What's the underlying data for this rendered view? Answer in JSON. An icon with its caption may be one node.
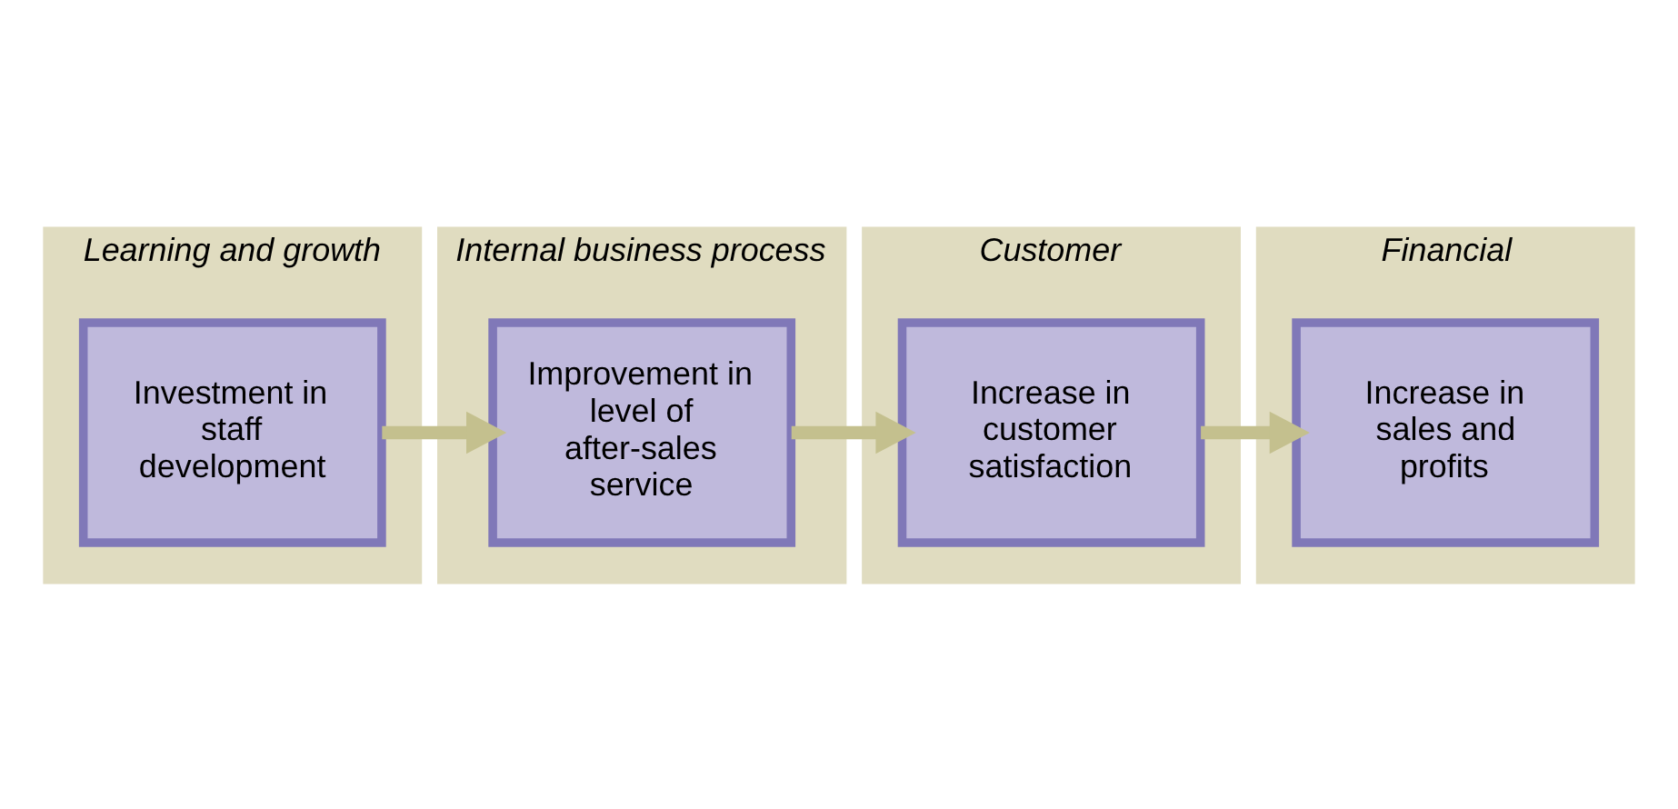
{
  "diagram": {
    "nodes": [
      {
        "text": [
          "Learning and growth"
        ]
      },
      {
        "text": [
          "Investment in staff development"
        ],
        "in": 0
      },
      {
        "text": [
          "Internal business process"
        ]
      },
      {
        "text": [
          "Improvement in level of after-sales service"
        ],
        "in": 2
      },
      {
        "text": [
          "Customer"
        ]
      },
      {
        "text": [
          "Increase in customer satisfaction"
        ],
        "in": 4
      },
      {
        "text": [
          "Financial"
        ]
      },
      {
        "text": [
          "Increase in sales and profits"
        ],
        "in": 6
      }
    ],
    "edges": [
      {
        "from": 1,
        "to": 3,
        "arrow": "to"
      },
      {
        "from": 3,
        "to": 5,
        "arrow": "to"
      },
      {
        "from": 5,
        "to": 7,
        "arrow": "to"
      }
    ]
  }
}
